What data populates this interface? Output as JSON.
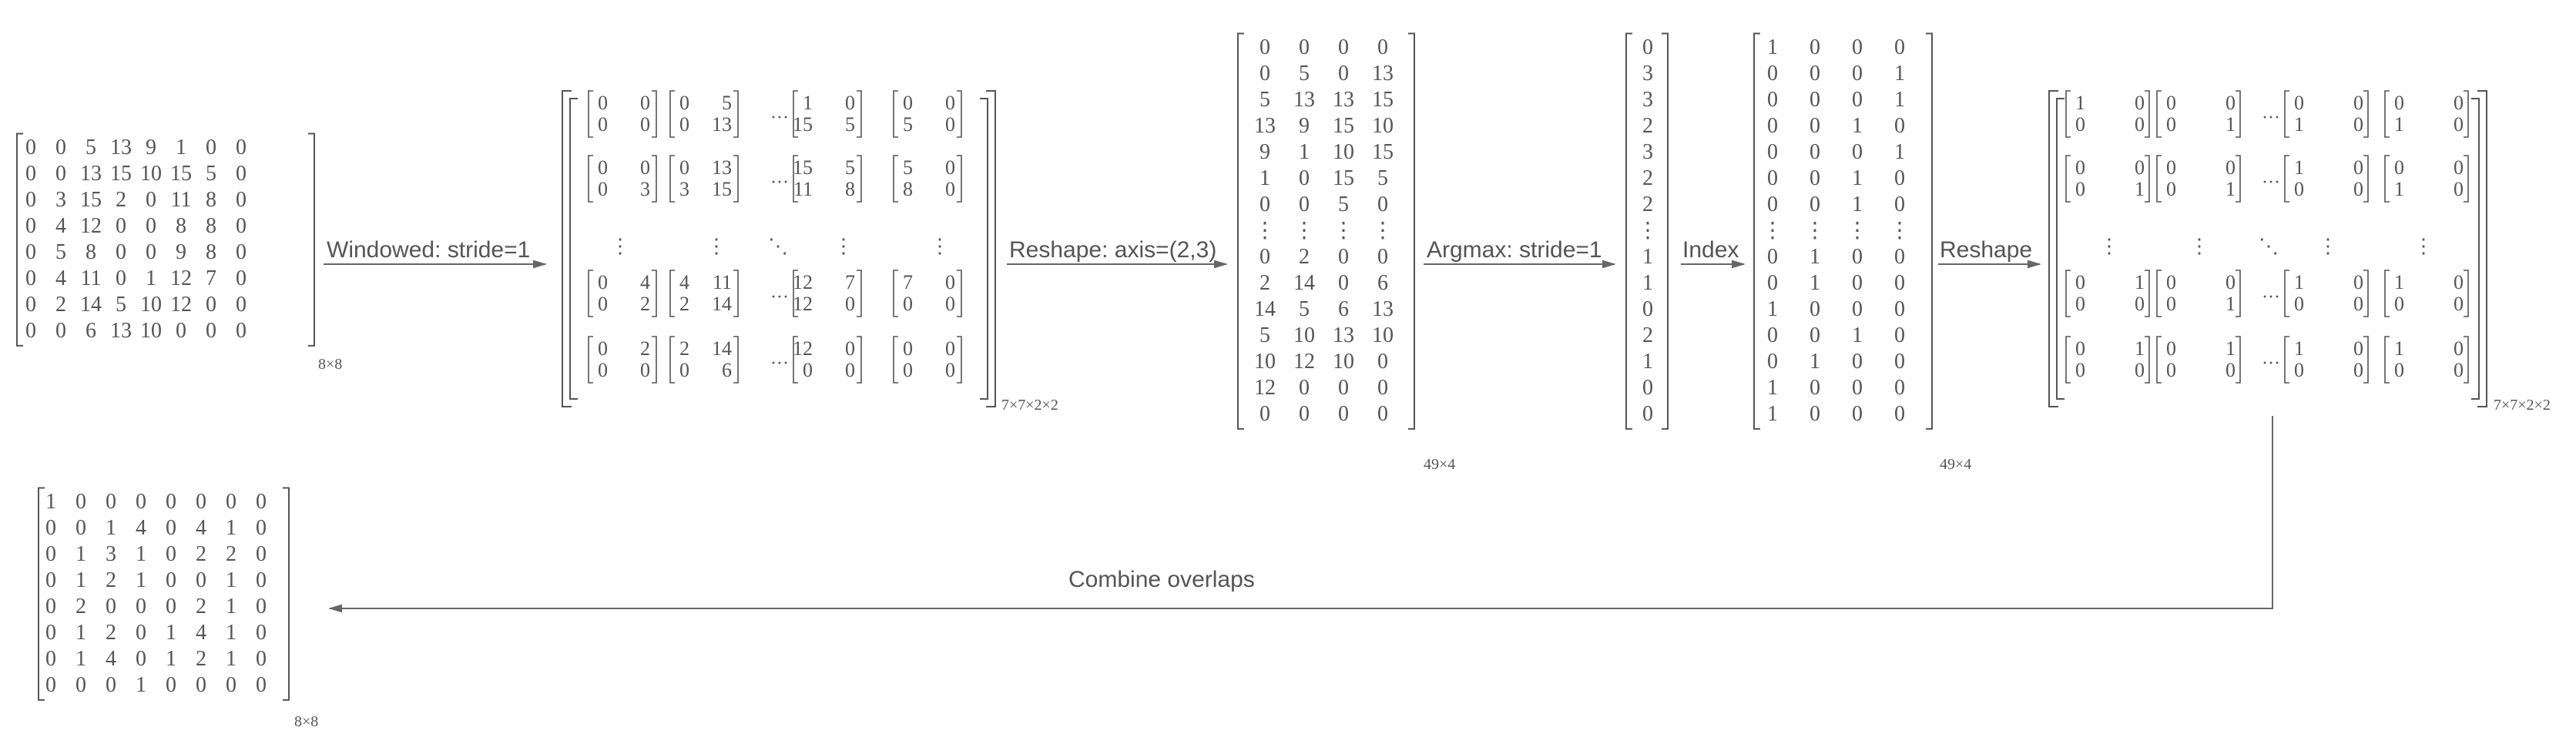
{
  "labels": {
    "windowed": "Windowed: stride=1",
    "reshape_axis": "Reshape: axis=(2,3)",
    "argmax": "Argmax: stride=1",
    "index": "Index",
    "reshape": "Reshape",
    "combine": "Combine overlaps"
  },
  "dims": {
    "input": "8×8",
    "windowed": "7×7×2×2",
    "reshaped": "49×4",
    "onehot": "49×4",
    "reshaped_onehot": "7×7×2×2",
    "output": "8×8"
  },
  "glyphs": {
    "hdots": "···",
    "vdots": "⋮",
    "ddots": "⋱"
  },
  "input_matrix": [
    [
      "0",
      "0",
      "5",
      "13",
      "9",
      "1",
      "0",
      "0"
    ],
    [
      "0",
      "0",
      "13",
      "15",
      "10",
      "15",
      "5",
      "0"
    ],
    [
      "0",
      "3",
      "15",
      "2",
      "0",
      "11",
      "8",
      "0"
    ],
    [
      "0",
      "4",
      "12",
      "0",
      "0",
      "8",
      "8",
      "0"
    ],
    [
      "0",
      "5",
      "8",
      "0",
      "0",
      "9",
      "8",
      "0"
    ],
    [
      "0",
      "4",
      "11",
      "0",
      "1",
      "12",
      "7",
      "0"
    ],
    [
      "0",
      "2",
      "14",
      "5",
      "10",
      "12",
      "0",
      "0"
    ],
    [
      "0",
      "0",
      "6",
      "13",
      "10",
      "0",
      "0",
      "0"
    ]
  ],
  "windowed_blocks": [
    [
      [
        [
          "0",
          "0"
        ],
        [
          "0",
          "0"
        ]
      ],
      [
        [
          "0",
          "5"
        ],
        [
          "0",
          "13"
        ]
      ],
      [
        [
          "1",
          "0"
        ],
        [
          "15",
          "5"
        ]
      ],
      [
        [
          "0",
          "0"
        ],
        [
          "5",
          "0"
        ]
      ]
    ],
    [
      [
        [
          "0",
          "0"
        ],
        [
          "0",
          "3"
        ]
      ],
      [
        [
          "0",
          "13"
        ],
        [
          "3",
          "15"
        ]
      ],
      [
        [
          "15",
          "5"
        ],
        [
          "11",
          "8"
        ]
      ],
      [
        [
          "5",
          "0"
        ],
        [
          "8",
          "0"
        ]
      ]
    ],
    [
      [
        [
          "0",
          "4"
        ],
        [
          "0",
          "2"
        ]
      ],
      [
        [
          "4",
          "11"
        ],
        [
          "2",
          "14"
        ]
      ],
      [
        [
          "12",
          "7"
        ],
        [
          "12",
          "0"
        ]
      ],
      [
        [
          "7",
          "0"
        ],
        [
          "0",
          "0"
        ]
      ]
    ],
    [
      [
        [
          "0",
          "2"
        ],
        [
          "0",
          "0"
        ]
      ],
      [
        [
          "2",
          "14"
        ],
        [
          "0",
          "6"
        ]
      ],
      [
        [
          "12",
          "0"
        ],
        [
          "0",
          "0"
        ]
      ],
      [
        [
          "0",
          "0"
        ],
        [
          "0",
          "0"
        ]
      ]
    ]
  ],
  "reshaped_matrix": [
    [
      "0",
      "0",
      "0",
      "0"
    ],
    [
      "0",
      "5",
      "0",
      "13"
    ],
    [
      "5",
      "13",
      "13",
      "15"
    ],
    [
      "13",
      "9",
      "15",
      "10"
    ],
    [
      "9",
      "1",
      "10",
      "15"
    ],
    [
      "1",
      "0",
      "15",
      "5"
    ],
    [
      "0",
      "0",
      "5",
      "0"
    ],
    [
      "⋮",
      "⋮",
      "⋮",
      "⋮"
    ],
    [
      "0",
      "2",
      "0",
      "0"
    ],
    [
      "2",
      "14",
      "0",
      "6"
    ],
    [
      "14",
      "5",
      "6",
      "13"
    ],
    [
      "5",
      "10",
      "13",
      "10"
    ],
    [
      "10",
      "12",
      "10",
      "0"
    ],
    [
      "12",
      "0",
      "0",
      "0"
    ],
    [
      "0",
      "0",
      "0",
      "0"
    ]
  ],
  "argmax_vector": [
    "0",
    "3",
    "3",
    "2",
    "3",
    "2",
    "2",
    "⋮",
    "1",
    "1",
    "0",
    "2",
    "1",
    "0",
    "0"
  ],
  "onehot_matrix": [
    [
      "1",
      "0",
      "0",
      "0"
    ],
    [
      "0",
      "0",
      "0",
      "1"
    ],
    [
      "0",
      "0",
      "0",
      "1"
    ],
    [
      "0",
      "0",
      "1",
      "0"
    ],
    [
      "0",
      "0",
      "0",
      "1"
    ],
    [
      "0",
      "0",
      "1",
      "0"
    ],
    [
      "0",
      "0",
      "1",
      "0"
    ],
    [
      "⋮",
      "⋮",
      "⋮",
      "⋮"
    ],
    [
      "0",
      "1",
      "0",
      "0"
    ],
    [
      "0",
      "1",
      "0",
      "0"
    ],
    [
      "1",
      "0",
      "0",
      "0"
    ],
    [
      "0",
      "0",
      "1",
      "0"
    ],
    [
      "0",
      "1",
      "0",
      "0"
    ],
    [
      "1",
      "0",
      "0",
      "0"
    ],
    [
      "1",
      "0",
      "0",
      "0"
    ]
  ],
  "onehot_blocks": [
    [
      [
        [
          "1",
          "0"
        ],
        [
          "0",
          "0"
        ]
      ],
      [
        [
          "0",
          "0"
        ],
        [
          "0",
          "1"
        ]
      ],
      [
        [
          "0",
          "0"
        ],
        [
          "1",
          "0"
        ]
      ],
      [
        [
          "0",
          "0"
        ],
        [
          "1",
          "0"
        ]
      ]
    ],
    [
      [
        [
          "0",
          "0"
        ],
        [
          "0",
          "1"
        ]
      ],
      [
        [
          "0",
          "0"
        ],
        [
          "0",
          "1"
        ]
      ],
      [
        [
          "1",
          "0"
        ],
        [
          "0",
          "0"
        ]
      ],
      [
        [
          "0",
          "0"
        ],
        [
          "1",
          "0"
        ]
      ]
    ],
    [
      [
        [
          "0",
          "1"
        ],
        [
          "0",
          "0"
        ]
      ],
      [
        [
          "0",
          "0"
        ],
        [
          "0",
          "1"
        ]
      ],
      [
        [
          "1",
          "0"
        ],
        [
          "0",
          "0"
        ]
      ],
      [
        [
          "1",
          "0"
        ],
        [
          "0",
          "0"
        ]
      ]
    ],
    [
      [
        [
          "0",
          "1"
        ],
        [
          "0",
          "0"
        ]
      ],
      [
        [
          "0",
          "1"
        ],
        [
          "0",
          "0"
        ]
      ],
      [
        [
          "1",
          "0"
        ],
        [
          "0",
          "0"
        ]
      ],
      [
        [
          "1",
          "0"
        ],
        [
          "0",
          "0"
        ]
      ]
    ]
  ],
  "output_matrix": [
    [
      "1",
      "0",
      "0",
      "0",
      "0",
      "0",
      "0",
      "0"
    ],
    [
      "0",
      "0",
      "1",
      "4",
      "0",
      "4",
      "1",
      "0"
    ],
    [
      "0",
      "1",
      "3",
      "1",
      "0",
      "2",
      "2",
      "0"
    ],
    [
      "0",
      "1",
      "2",
      "1",
      "0",
      "0",
      "1",
      "0"
    ],
    [
      "0",
      "2",
      "0",
      "0",
      "0",
      "2",
      "1",
      "0"
    ],
    [
      "0",
      "1",
      "2",
      "0",
      "1",
      "4",
      "1",
      "0"
    ],
    [
      "0",
      "1",
      "4",
      "0",
      "1",
      "2",
      "1",
      "0"
    ],
    [
      "0",
      "0",
      "0",
      "1",
      "0",
      "0",
      "0",
      "0"
    ]
  ]
}
